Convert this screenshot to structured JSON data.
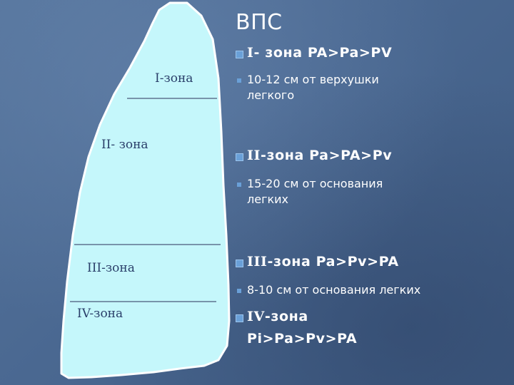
{
  "title": "ВПС",
  "zones_left": {
    "z1": "I-зона",
    "z2": "II- зона",
    "z3": "III-зона",
    "z4": "IV-зона"
  },
  "items": [
    {
      "roman": "I",
      "text": "- зона  PA>Pa>PV",
      "note": "10-12 см от верхушки легкого"
    },
    {
      "roman": "II",
      "text": "-зона  Pa>PA>Pv",
      "note": "15-20 см от основания легких"
    },
    {
      "roman": "III",
      "text": "-зона Pa>Pv>PA",
      "note": "8-10 см от основания легких"
    },
    {
      "roman": "IV",
      "text": "-зона",
      "line2": "Pi>Pa>Pv>PA"
    }
  ],
  "colors": {
    "lung_fill": "#c5f7fb",
    "lung_stroke": "#ffffff",
    "bullet": "#6aa0d8"
  }
}
